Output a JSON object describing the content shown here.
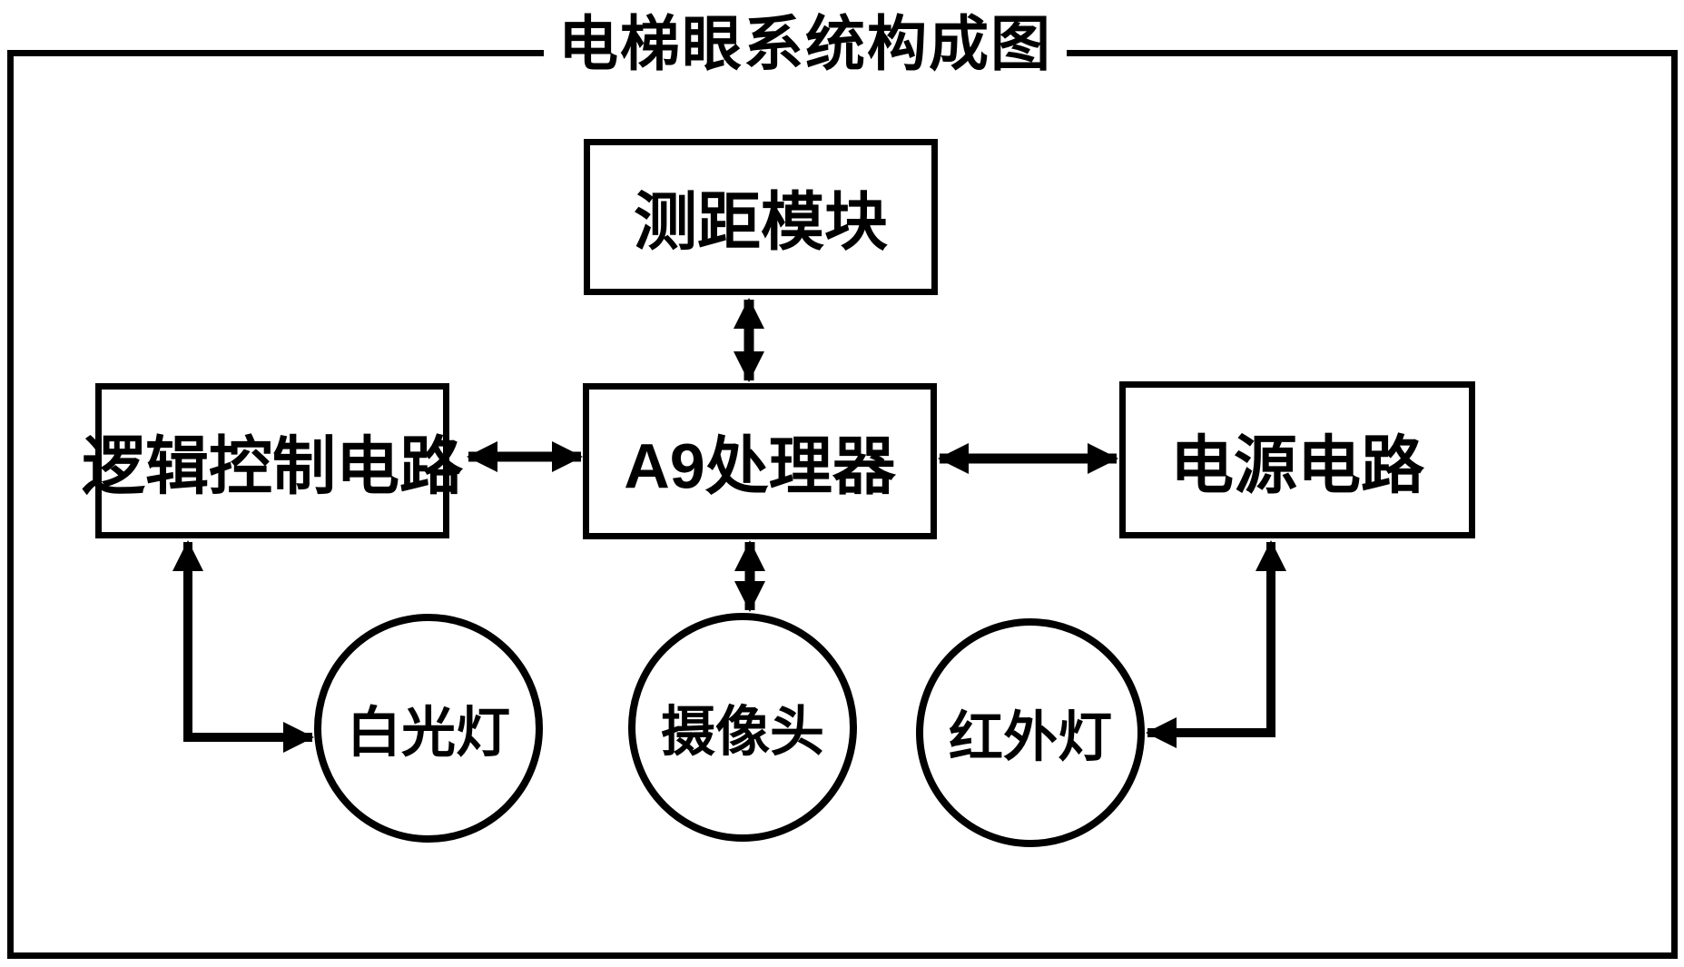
{
  "diagram": {
    "title": "电梯眼系统构成图",
    "nodes": {
      "ranging_module": {
        "label": "测距模块",
        "shape": "rect"
      },
      "logic_control": {
        "label": "逻辑控制电路",
        "shape": "rect"
      },
      "a9_processor": {
        "label": "A9处理器",
        "shape": "rect"
      },
      "power_circuit": {
        "label": "电源电路",
        "shape": "rect"
      },
      "white_light": {
        "label": "白光灯",
        "shape": "circle"
      },
      "camera": {
        "label": "摄像头",
        "shape": "circle"
      },
      "infrared_light": {
        "label": "红外灯",
        "shape": "circle"
      }
    },
    "edges": [
      {
        "from": "ranging_module",
        "to": "a9_processor",
        "direction": "bidirectional",
        "style": "straight"
      },
      {
        "from": "logic_control",
        "to": "a9_processor",
        "direction": "bidirectional",
        "style": "straight"
      },
      {
        "from": "a9_processor",
        "to": "power_circuit",
        "direction": "bidirectional",
        "style": "straight"
      },
      {
        "from": "a9_processor",
        "to": "camera",
        "direction": "bidirectional",
        "style": "straight"
      },
      {
        "from": "logic_control",
        "to": "white_light",
        "direction": "bidirectional",
        "style": "elbow"
      },
      {
        "from": "power_circuit",
        "to": "infrared_light",
        "direction": "bidirectional",
        "style": "elbow"
      }
    ],
    "colors": {
      "line": "#000000",
      "background": "#ffffff"
    }
  }
}
